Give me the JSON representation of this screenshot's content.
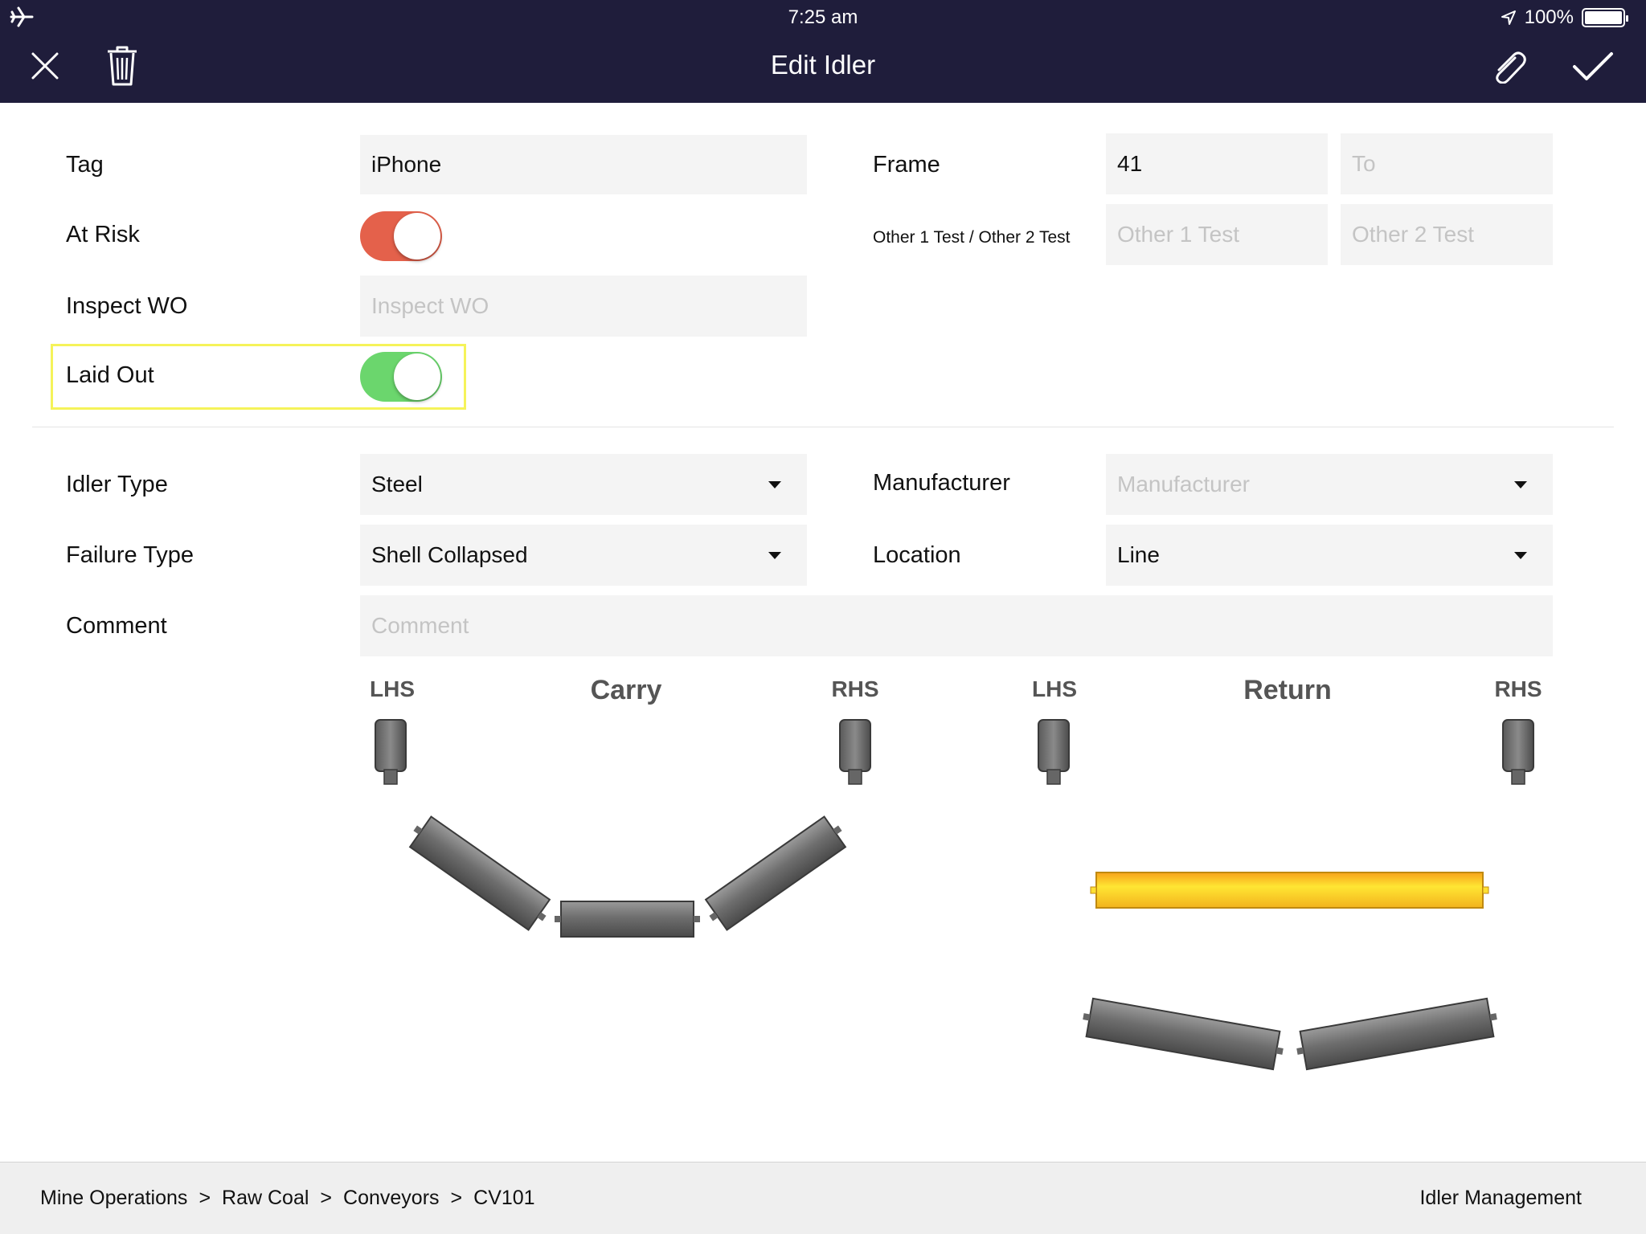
{
  "status": {
    "time": "7:25 am",
    "battery": "100%"
  },
  "header": {
    "title": "Edit Idler"
  },
  "form": {
    "tag": {
      "label": "Tag",
      "value": "iPhone"
    },
    "at_risk": {
      "label": "At Risk",
      "on": true,
      "color": "#e4614b"
    },
    "inspect_wo": {
      "label": "Inspect WO",
      "placeholder": "Inspect WO"
    },
    "laid_out": {
      "label": "Laid Out",
      "on": true,
      "color": "#6bd66d"
    },
    "frame": {
      "label": "Frame",
      "value": "41",
      "to_placeholder": "To"
    },
    "other": {
      "label": "Other 1 Test / Other 2 Test",
      "placeholder1": "Other 1 Test",
      "placeholder2": "Other 2 Test"
    },
    "idler_type": {
      "label": "Idler Type",
      "value": "Steel"
    },
    "failure_type": {
      "label": "Failure Type",
      "value": "Shell Collapsed"
    },
    "manufacturer": {
      "label": "Manufacturer",
      "placeholder": "Manufacturer"
    },
    "location": {
      "label": "Location",
      "value": "Line"
    },
    "comment": {
      "label": "Comment",
      "placeholder": "Comment"
    }
  },
  "diagram": {
    "carry": {
      "lhs": "LHS",
      "title": "Carry",
      "rhs": "RHS"
    },
    "return": {
      "lhs": "LHS",
      "title": "Return",
      "rhs": "RHS"
    },
    "selected_color": "#ffe033",
    "roller_color": "#6d6d6d"
  },
  "footer": {
    "breadcrumb": [
      "Mine Operations",
      "Raw Coal",
      "Conveyors",
      "CV101"
    ],
    "separator": ">",
    "app_name": "Idler Management"
  }
}
